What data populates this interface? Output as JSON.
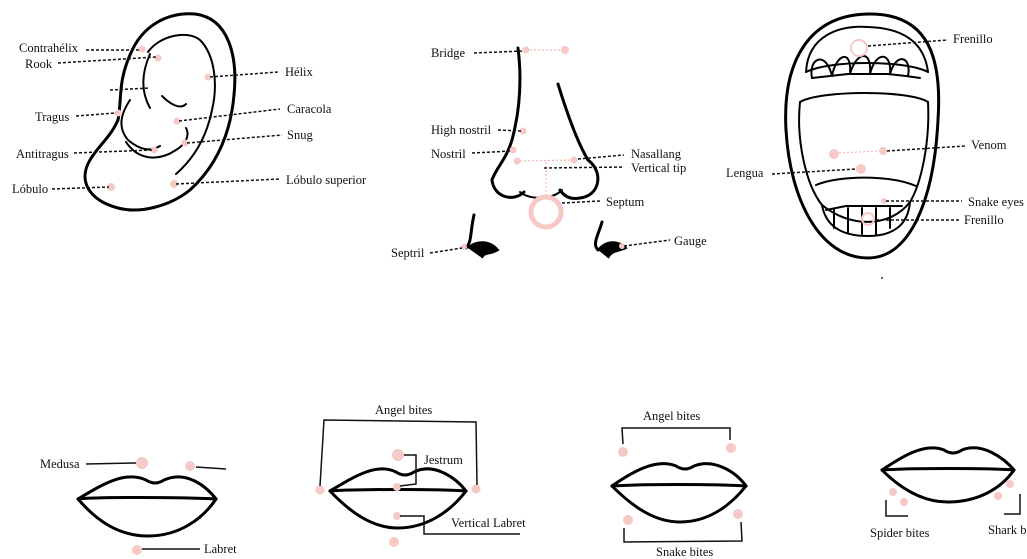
{
  "colors": {
    "ink": "#000000",
    "piercing": "#f6c9c6",
    "background": "#ffffff"
  },
  "ear": {
    "labels": {
      "contrahelix": "Contrahélix",
      "rook": "Rook",
      "helix": "Hélix",
      "tragus": "Tragus",
      "caracola": "Caracola",
      "snug": "Snug",
      "antitragus": "Antitragus",
      "lobulo": "Lóbulo",
      "lobulo_superior": "Lóbulo superior"
    }
  },
  "nose": {
    "labels": {
      "bridge": "Bridge",
      "high_nostril": "High nostril",
      "nostril": "Nostril",
      "nasallang": "Nasallang",
      "vertical_tip": "Vertical tip",
      "septum": "Septum",
      "septril": "Septril",
      "gauge": "Gauge"
    }
  },
  "mouth": {
    "labels": {
      "frenillo_top": "Frenillo",
      "venom": "Venom",
      "lengua": "Lengua",
      "snake_eyes": "Snake eyes",
      "frenillo_bottom": "Frenillo"
    }
  },
  "lips1": {
    "labels": {
      "medusa": "Medusa",
      "labret": "Labret"
    }
  },
  "lips2": {
    "labels": {
      "angel_bites": "Angel bites",
      "jestrum": "Jestrum",
      "vertical_labret": "Vertical Labret"
    }
  },
  "lips3": {
    "labels": {
      "angel_bites": "Angel bites",
      "snake_bites": "Snake bites"
    }
  },
  "lips4": {
    "labels": {
      "spider_bites": "Spider bites",
      "shark_bites": "Shark bites"
    }
  }
}
